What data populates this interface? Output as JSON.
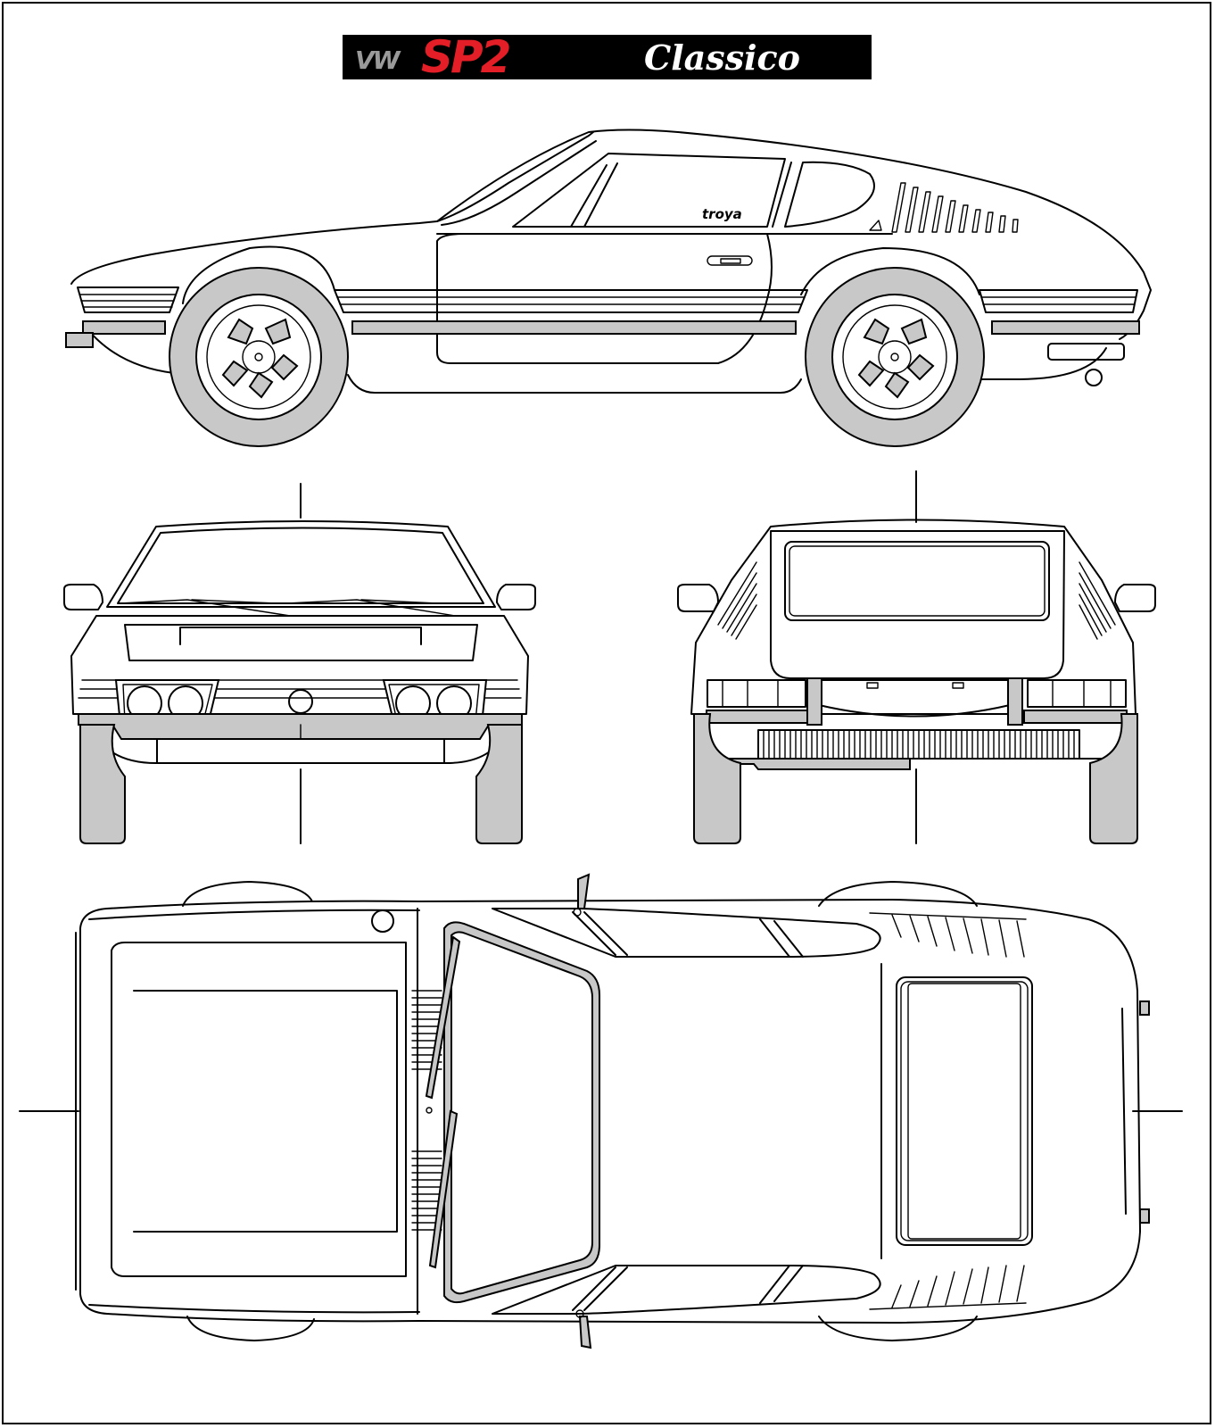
{
  "logo": {
    "brand": "VW",
    "model": "SP2",
    "suffix": "Classico"
  },
  "decal": "troya",
  "colors": {
    "logo_background": "#000000",
    "logo_red": "#e41e26",
    "logo_gray": "#9a9a9a",
    "tire_gray": "#c8c8c8",
    "line": "#000000",
    "paper": "#ffffff"
  }
}
